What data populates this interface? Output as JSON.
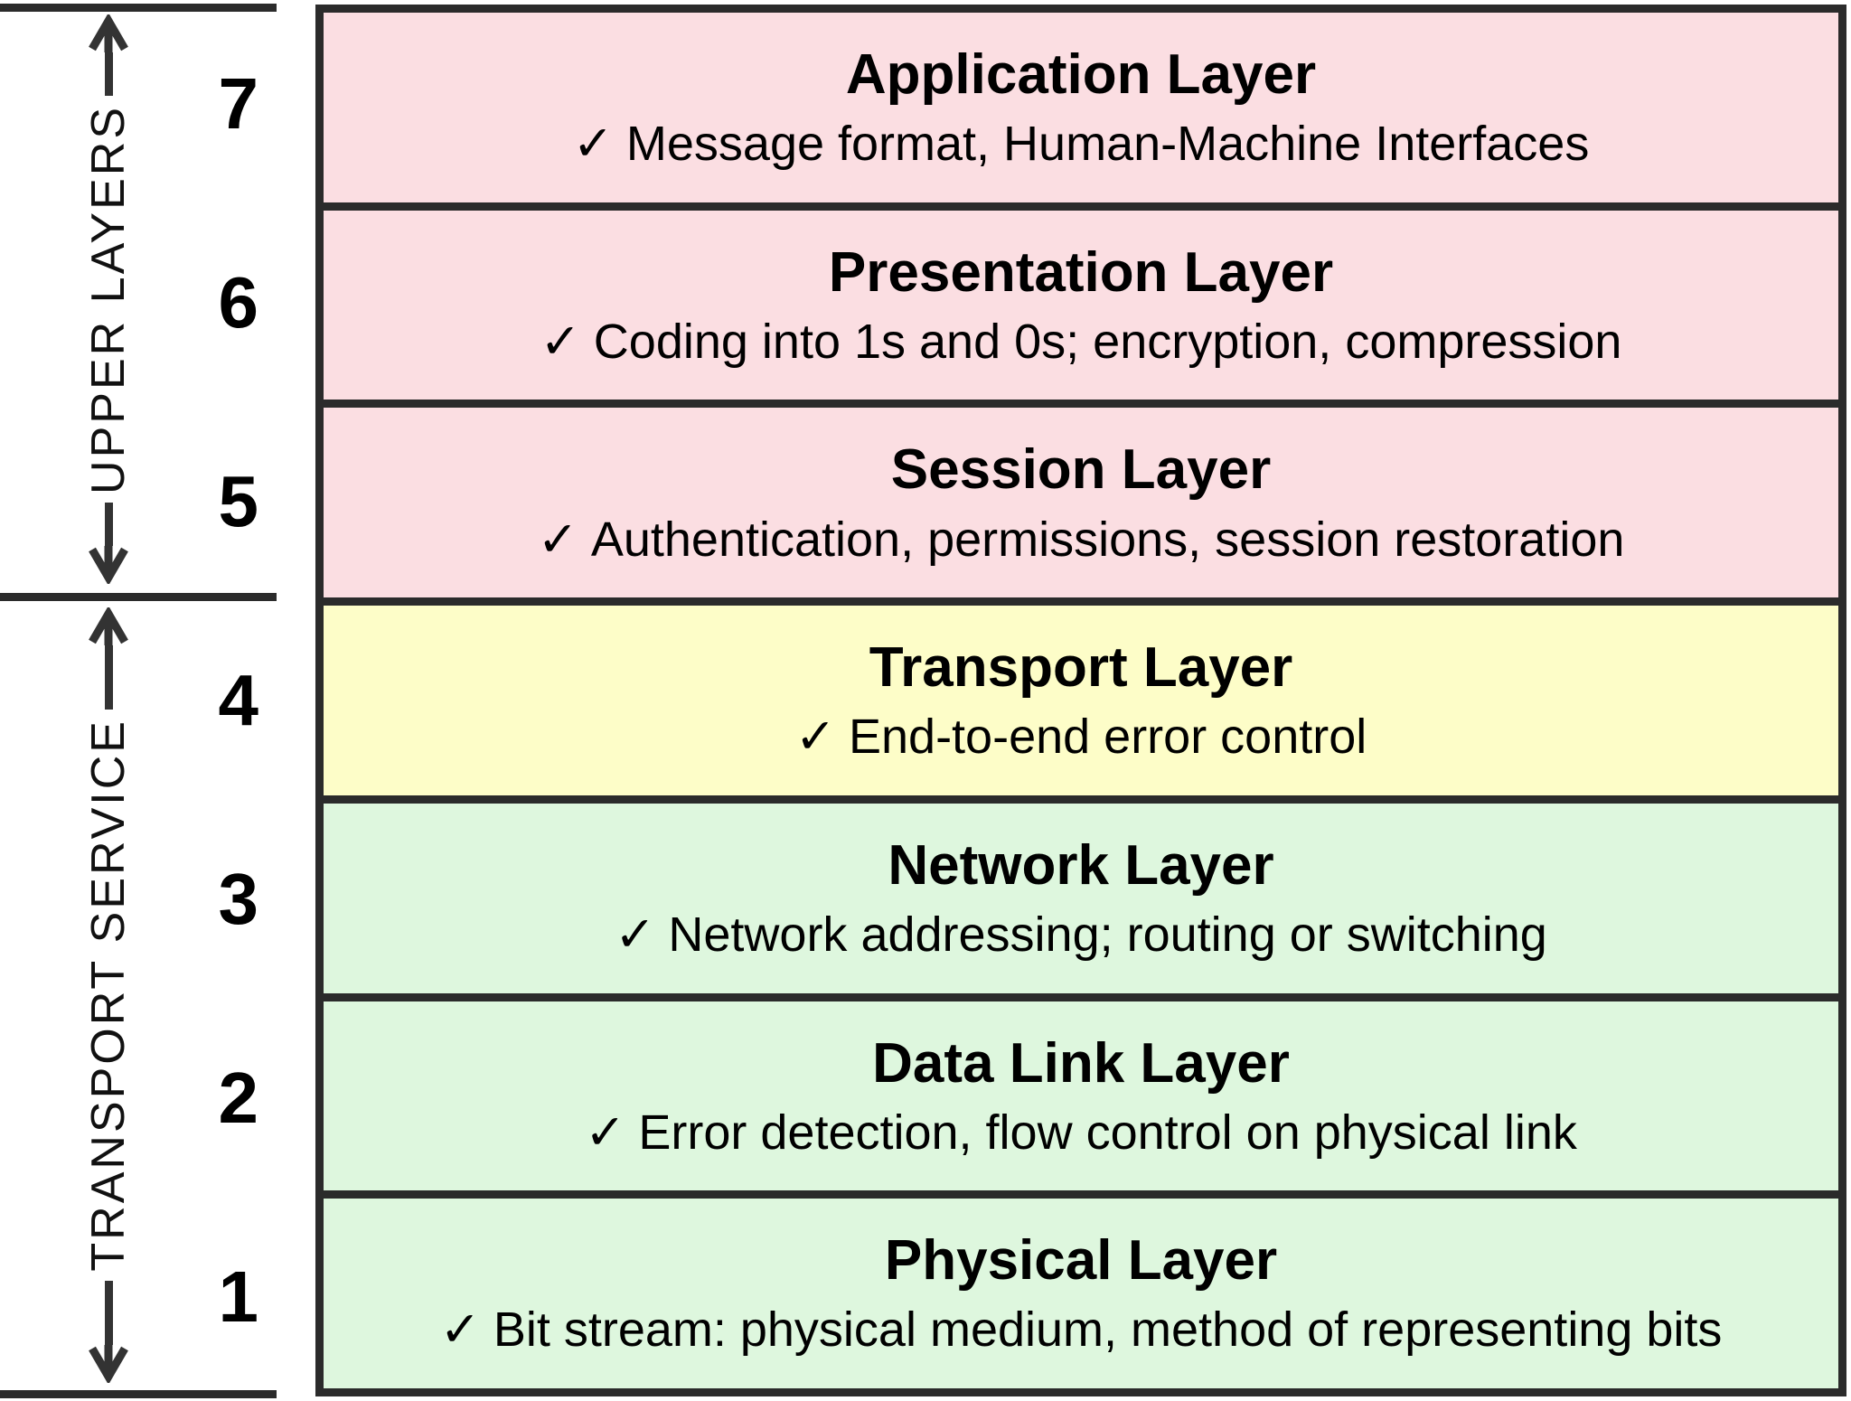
{
  "checkmark": "✓",
  "left_axis": {
    "sections": [
      {
        "label": "UPPER LAYERS",
        "covers_layers": "7–5"
      },
      {
        "label": "TRANSPORT SERVICE",
        "covers_layers": "4–1"
      }
    ]
  },
  "layers": [
    {
      "number": "7",
      "title": "Application Layer",
      "description": "Message format, Human-Machine Interfaces",
      "color": "#fbdee2"
    },
    {
      "number": "6",
      "title": "Presentation Layer",
      "description": "Coding into 1s and 0s; encryption, compression",
      "color": "#fbdee2"
    },
    {
      "number": "5",
      "title": "Session Layer",
      "description": "Authentication, permissions, session restoration",
      "color": "#fbdee2"
    },
    {
      "number": "4",
      "title": "Transport Layer",
      "description": "End-to-end error control",
      "color": "#fdfdc8"
    },
    {
      "number": "3",
      "title": "Network Layer",
      "description": "Network addressing; routing or switching",
      "color": "#def7de"
    },
    {
      "number": "2",
      "title": "Data Link Layer",
      "description": "Error detection, flow control on physical link",
      "color": "#def7de"
    },
    {
      "number": "1",
      "title": "Physical Layer",
      "description": "Bit stream: physical medium, method of representing bits",
      "color": "#def7de"
    }
  ],
  "colors": {
    "upper_layers_fill": "#fbdee2",
    "transport_fill": "#fdfdc8",
    "lower_layers_fill": "#def7de",
    "line": "#2b2b2b"
  }
}
